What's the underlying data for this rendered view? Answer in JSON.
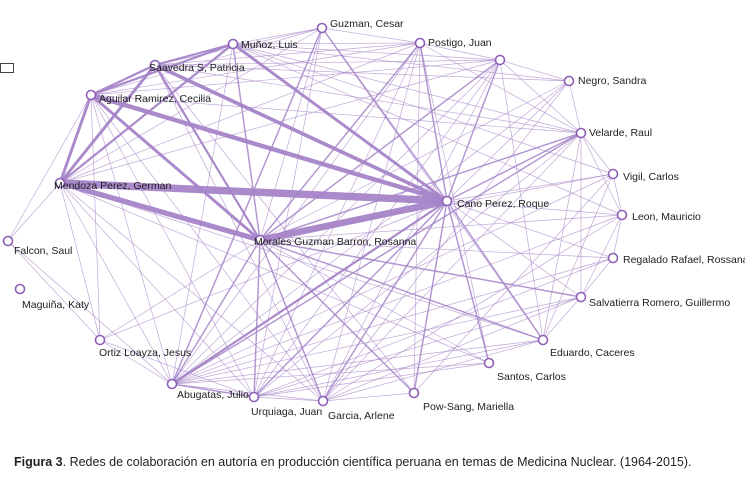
{
  "diagram": {
    "nodes": [
      {
        "id": "munoz",
        "label": "Muñoz, Luis"
      },
      {
        "id": "guzman",
        "label": "Guzman, Cesar"
      },
      {
        "id": "postigo",
        "label": "Postigo, Juan"
      },
      {
        "id": "unnamed",
        "label": ""
      },
      {
        "id": "saavedra",
        "label": "Saavedra S, Patricia"
      },
      {
        "id": "aguilar",
        "label": "Aguilar Ramirez, Cecilia"
      },
      {
        "id": "negro",
        "label": "Negro, Sandra"
      },
      {
        "id": "velarde",
        "label": "Velarde, Raul"
      },
      {
        "id": "vigil",
        "label": "Vigil, Carlos"
      },
      {
        "id": "mendoza",
        "label": "Mendoza Perez, German"
      },
      {
        "id": "cano",
        "label": "Cano Perez, Roque"
      },
      {
        "id": "leon",
        "label": "Leon, Mauricio"
      },
      {
        "id": "morales",
        "label": "Morales Guzman Barron, Rosanna"
      },
      {
        "id": "falcon",
        "label": "Falcon, Saul"
      },
      {
        "id": "regalado",
        "label": "Regalado Rafael, Rossana"
      },
      {
        "id": "maguina",
        "label": "Maguiña, Katy"
      },
      {
        "id": "salvatierra",
        "label": "Salvatierra Romero, Guillermo"
      },
      {
        "id": "ortiz",
        "label": "Ortiz Loayza, Jesus"
      },
      {
        "id": "eduardo",
        "label": "Eduardo, Caceres"
      },
      {
        "id": "santos",
        "label": "Santos, Carlos"
      },
      {
        "id": "abugatas",
        "label": "Abugatas, Julio"
      },
      {
        "id": "powsang",
        "label": "Pow-Sang, Mariella"
      },
      {
        "id": "urquiaga",
        "label": "Urquiaga, Juan"
      },
      {
        "id": "garcia",
        "label": "Garcia, Arlene"
      }
    ],
    "edges": [
      {
        "source": "mendoza",
        "target": "cano",
        "weight": 10
      },
      {
        "source": "morales",
        "target": "cano",
        "weight": 9
      },
      {
        "source": "mendoza",
        "target": "morales",
        "weight": 7
      },
      {
        "source": "aguilar",
        "target": "cano",
        "weight": 6
      },
      {
        "source": "saavedra",
        "target": "cano",
        "weight": 5
      },
      {
        "source": "munoz",
        "target": "cano",
        "weight": 4
      },
      {
        "source": "aguilar",
        "target": "mendoza",
        "weight": 4
      },
      {
        "source": "aguilar",
        "target": "morales",
        "weight": 4
      },
      {
        "source": "saavedra",
        "target": "mendoza",
        "weight": 4
      },
      {
        "source": "saavedra",
        "target": "morales",
        "weight": 3
      },
      {
        "source": "munoz",
        "target": "mendoza",
        "weight": 3
      },
      {
        "source": "munoz",
        "target": "aguilar",
        "weight": 3
      },
      {
        "source": "saavedra",
        "target": "aguilar",
        "weight": 3
      },
      {
        "source": "munoz",
        "target": "saavedra",
        "weight": 3
      },
      {
        "source": "munoz",
        "target": "morales",
        "weight": 2
      },
      {
        "source": "guzman",
        "target": "cano",
        "weight": 2
      },
      {
        "source": "postigo",
        "target": "cano",
        "weight": 2
      },
      {
        "source": "unnamed",
        "target": "cano",
        "weight": 2
      },
      {
        "source": "cano",
        "target": "abugatas",
        "weight": 3
      },
      {
        "source": "cano",
        "target": "urquiaga",
        "weight": 2
      },
      {
        "source": "cano",
        "target": "garcia",
        "weight": 2
      },
      {
        "source": "cano",
        "target": "powsang",
        "weight": 2
      },
      {
        "source": "cano",
        "target": "santos",
        "weight": 2
      },
      {
        "source": "cano",
        "target": "eduardo",
        "weight": 2
      },
      {
        "source": "cano",
        "target": "velarde",
        "weight": 2
      },
      {
        "source": "cano",
        "target": "negro",
        "weight": 1
      },
      {
        "source": "cano",
        "target": "vigil",
        "weight": 1
      },
      {
        "source": "cano",
        "target": "leon",
        "weight": 1
      },
      {
        "source": "cano",
        "target": "regalado",
        "weight": 1
      },
      {
        "source": "cano",
        "target": "salvatierra",
        "weight": 1
      },
      {
        "source": "cano",
        "target": "ortiz",
        "weight": 1
      },
      {
        "source": "morales",
        "target": "abugatas",
        "weight": 2
      },
      {
        "source": "morales",
        "target": "urquiaga",
        "weight": 2
      },
      {
        "source": "morales",
        "target": "garcia",
        "weight": 2
      },
      {
        "source": "morales",
        "target": "powsang",
        "weight": 2
      },
      {
        "source": "morales",
        "target": "santos",
        "weight": 1
      },
      {
        "source": "morales",
        "target": "eduardo",
        "weight": 2
      },
      {
        "source": "morales",
        "target": "salvatierra",
        "weight": 2
      },
      {
        "source": "morales",
        "target": "velarde",
        "weight": 2
      },
      {
        "source": "morales",
        "target": "unnamed",
        "weight": 2
      },
      {
        "source": "morales",
        "target": "postigo",
        "weight": 2
      },
      {
        "source": "morales",
        "target": "guzman",
        "weight": 1
      },
      {
        "source": "morales",
        "target": "ortiz",
        "weight": 1
      },
      {
        "source": "morales",
        "target": "vigil",
        "weight": 1
      },
      {
        "source": "morales",
        "target": "leon",
        "weight": 1
      },
      {
        "source": "morales",
        "target": "regalado",
        "weight": 1
      },
      {
        "source": "morales",
        "target": "negro",
        "weight": 1
      },
      {
        "source": "mendoza",
        "target": "abugatas",
        "weight": 1
      },
      {
        "source": "mendoza",
        "target": "urquiaga",
        "weight": 1
      },
      {
        "source": "mendoza",
        "target": "garcia",
        "weight": 1
      },
      {
        "source": "mendoza",
        "target": "ortiz",
        "weight": 1
      },
      {
        "source": "mendoza",
        "target": "falcon",
        "weight": 1
      },
      {
        "source": "mendoza",
        "target": "unnamed",
        "weight": 1
      },
      {
        "source": "mendoza",
        "target": "postigo",
        "weight": 1
      },
      {
        "source": "mendoza",
        "target": "guzman",
        "weight": 1
      },
      {
        "source": "mendoza",
        "target": "eduardo",
        "weight": 1
      },
      {
        "source": "mendoza",
        "target": "santos",
        "weight": 1
      },
      {
        "source": "aguilar",
        "target": "falcon",
        "weight": 1
      },
      {
        "source": "aguilar",
        "target": "abugatas",
        "weight": 1
      },
      {
        "source": "aguilar",
        "target": "garcia",
        "weight": 1
      },
      {
        "source": "aguilar",
        "target": "urquiaga",
        "weight": 1
      },
      {
        "source": "aguilar",
        "target": "velarde",
        "weight": 1
      },
      {
        "source": "aguilar",
        "target": "postigo",
        "weight": 1
      },
      {
        "source": "aguilar",
        "target": "unnamed",
        "weight": 1
      },
      {
        "source": "aguilar",
        "target": "guzman",
        "weight": 1
      },
      {
        "source": "aguilar",
        "target": "ortiz",
        "weight": 1
      },
      {
        "source": "saavedra",
        "target": "velarde",
        "weight": 1
      },
      {
        "source": "saavedra",
        "target": "unnamed",
        "weight": 1
      },
      {
        "source": "saavedra",
        "target": "postigo",
        "weight": 1
      },
      {
        "source": "saavedra",
        "target": "guzman",
        "weight": 1
      },
      {
        "source": "saavedra",
        "target": "negro",
        "weight": 1
      },
      {
        "source": "saavedra",
        "target": "garcia",
        "weight": 1
      },
      {
        "source": "saavedra",
        "target": "powsang",
        "weight": 1
      },
      {
        "source": "munoz",
        "target": "unnamed",
        "weight": 1
      },
      {
        "source": "munoz",
        "target": "postigo",
        "weight": 1
      },
      {
        "source": "munoz",
        "target": "velarde",
        "weight": 1
      },
      {
        "source": "munoz",
        "target": "guzman",
        "weight": 1
      },
      {
        "source": "munoz",
        "target": "negro",
        "weight": 1
      },
      {
        "source": "munoz",
        "target": "vigil",
        "weight": 1
      },
      {
        "source": "munoz",
        "target": "leon",
        "weight": 1
      },
      {
        "source": "munoz",
        "target": "abugatas",
        "weight": 1
      },
      {
        "source": "guzman",
        "target": "abugatas",
        "weight": 2
      },
      {
        "source": "guzman",
        "target": "urquiaga",
        "weight": 1
      },
      {
        "source": "guzman",
        "target": "postigo",
        "weight": 1
      },
      {
        "source": "guzman",
        "target": "eduardo",
        "weight": 1
      },
      {
        "source": "postigo",
        "target": "abugatas",
        "weight": 1
      },
      {
        "source": "postigo",
        "target": "urquiaga",
        "weight": 1
      },
      {
        "source": "postigo",
        "target": "garcia",
        "weight": 1
      },
      {
        "source": "postigo",
        "target": "powsang",
        "weight": 1
      },
      {
        "source": "postigo",
        "target": "santos",
        "weight": 1
      },
      {
        "source": "postigo",
        "target": "unnamed",
        "weight": 1
      },
      {
        "source": "postigo",
        "target": "velarde",
        "weight": 1
      },
      {
        "source": "unnamed",
        "target": "abugatas",
        "weight": 1
      },
      {
        "source": "unnamed",
        "target": "urquiaga",
        "weight": 1
      },
      {
        "source": "unnamed",
        "target": "garcia",
        "weight": 1
      },
      {
        "source": "unnamed",
        "target": "eduardo",
        "weight": 1
      },
      {
        "source": "unnamed",
        "target": "velarde",
        "weight": 1
      },
      {
        "source": "unnamed",
        "target": "negro",
        "weight": 1
      },
      {
        "source": "velarde",
        "target": "abugatas",
        "weight": 2
      },
      {
        "source": "velarde",
        "target": "urquiaga",
        "weight": 1
      },
      {
        "source": "velarde",
        "target": "garcia",
        "weight": 1
      },
      {
        "source": "velarde",
        "target": "eduardo",
        "weight": 1
      },
      {
        "source": "velarde",
        "target": "salvatierra",
        "weight": 1
      },
      {
        "source": "velarde",
        "target": "vigil",
        "weight": 1
      },
      {
        "source": "velarde",
        "target": "leon",
        "weight": 1
      },
      {
        "source": "velarde",
        "target": "negro",
        "weight": 1
      },
      {
        "source": "vigil",
        "target": "abugatas",
        "weight": 1
      },
      {
        "source": "vigil",
        "target": "powsang",
        "weight": 1
      },
      {
        "source": "vigil",
        "target": "eduardo",
        "weight": 1
      },
      {
        "source": "vigil",
        "target": "leon",
        "weight": 1
      },
      {
        "source": "leon",
        "target": "abugatas",
        "weight": 1
      },
      {
        "source": "leon",
        "target": "garcia",
        "weight": 1
      },
      {
        "source": "leon",
        "target": "salvatierra",
        "weight": 1
      },
      {
        "source": "leon",
        "target": "regalado",
        "weight": 1
      },
      {
        "source": "regalado",
        "target": "abugatas",
        "weight": 1
      },
      {
        "source": "regalado",
        "target": "urquiaga",
        "weight": 1
      },
      {
        "source": "regalado",
        "target": "salvatierra",
        "weight": 1
      },
      {
        "source": "salvatierra",
        "target": "abugatas",
        "weight": 1
      },
      {
        "source": "salvatierra",
        "target": "urquiaga",
        "weight": 1
      },
      {
        "source": "salvatierra",
        "target": "garcia",
        "weight": 1
      },
      {
        "source": "salvatierra",
        "target": "eduardo",
        "weight": 1
      },
      {
        "source": "eduardo",
        "target": "abugatas",
        "weight": 1
      },
      {
        "source": "eduardo",
        "target": "urquiaga",
        "weight": 1
      },
      {
        "source": "eduardo",
        "target": "garcia",
        "weight": 1
      },
      {
        "source": "santos",
        "target": "abugatas",
        "weight": 1
      },
      {
        "source": "santos",
        "target": "urquiaga",
        "weight": 1
      },
      {
        "source": "abugatas",
        "target": "urquiaga",
        "weight": 2
      },
      {
        "source": "abugatas",
        "target": "garcia",
        "weight": 1
      },
      {
        "source": "urquiaga",
        "target": "garcia",
        "weight": 1
      },
      {
        "source": "garcia",
        "target": "powsang",
        "weight": 1
      },
      {
        "source": "ortiz",
        "target": "abugatas",
        "weight": 1
      },
      {
        "source": "ortiz",
        "target": "urquiaga",
        "weight": 1
      },
      {
        "source": "falcon",
        "target": "ortiz",
        "weight": 1
      },
      {
        "source": "falcon",
        "target": "abugatas",
        "weight": 1
      },
      {
        "source": "negro",
        "target": "abugatas",
        "weight": 1
      },
      {
        "source": "negro",
        "target": "garcia",
        "weight": 1
      }
    ],
    "colors": {
      "edge": "#a584c8",
      "node_stroke": "#8e5fb6",
      "node_fill": "#ffffff",
      "label": "#1e1e1e"
    }
  },
  "caption": {
    "label": "Figura 3",
    "text": ". Redes de colaboración en autoría en producción científica peruana en temas de Medicina Nuclear. (1964-2015)."
  }
}
